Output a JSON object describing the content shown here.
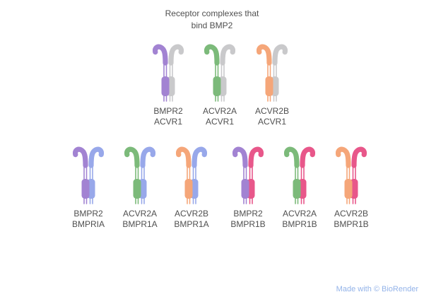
{
  "title": {
    "line1": "Receptor complexes that",
    "line2": "bind BMP2"
  },
  "colors": {
    "BMPR2": "#a283d2",
    "ACVR2A": "#7cba7a",
    "ACVR2B": "#f5a679",
    "ACVR1": "#c9c9cb",
    "BMPRIA": "#98a8ea",
    "BMPR1A": "#98a8ea",
    "BMPR1B": "#e8578a"
  },
  "ui": {
    "background": "#ffffff",
    "text": "#4f4f4f",
    "watermark_color": "#93b3e9"
  },
  "rows": [
    {
      "name": "top-row",
      "complexes": [
        {
          "left_receptor": "BMPR2",
          "right_receptor": "ACVR1",
          "label": [
            "BMPR2",
            "ACVR1"
          ]
        },
        {
          "left_receptor": "ACVR2A",
          "right_receptor": "ACVR1",
          "label": [
            "ACVR2A",
            "ACVR1"
          ]
        },
        {
          "left_receptor": "ACVR2B",
          "right_receptor": "ACVR1",
          "label": [
            "ACVR2B",
            "ACVR1"
          ]
        }
      ]
    },
    {
      "name": "bottom-row",
      "complexes": [
        {
          "left_receptor": "BMPR2",
          "right_receptor": "BMPRIA",
          "label": [
            "BMPR2",
            "BMPRIA"
          ]
        },
        {
          "left_receptor": "ACVR2A",
          "right_receptor": "BMPR1A",
          "label": [
            "ACVR2A",
            "BMPR1A"
          ]
        },
        {
          "left_receptor": "ACVR2B",
          "right_receptor": "BMPR1A",
          "label": [
            "ACVR2B",
            "BMPR1A"
          ]
        },
        {
          "left_receptor": "BMPR2",
          "right_receptor": "BMPR1B",
          "label": [
            "BMPR2",
            "BMPR1B"
          ]
        },
        {
          "left_receptor": "ACVR2A",
          "right_receptor": "BMPR1B",
          "label": [
            "ACVR2A",
            "BMPR1B"
          ]
        },
        {
          "left_receptor": "ACVR2B",
          "right_receptor": "BMPR1B",
          "label": [
            "ACVR2B",
            "BMPR1B"
          ]
        }
      ]
    }
  ],
  "watermark": {
    "text": "Made with © BioRender"
  }
}
